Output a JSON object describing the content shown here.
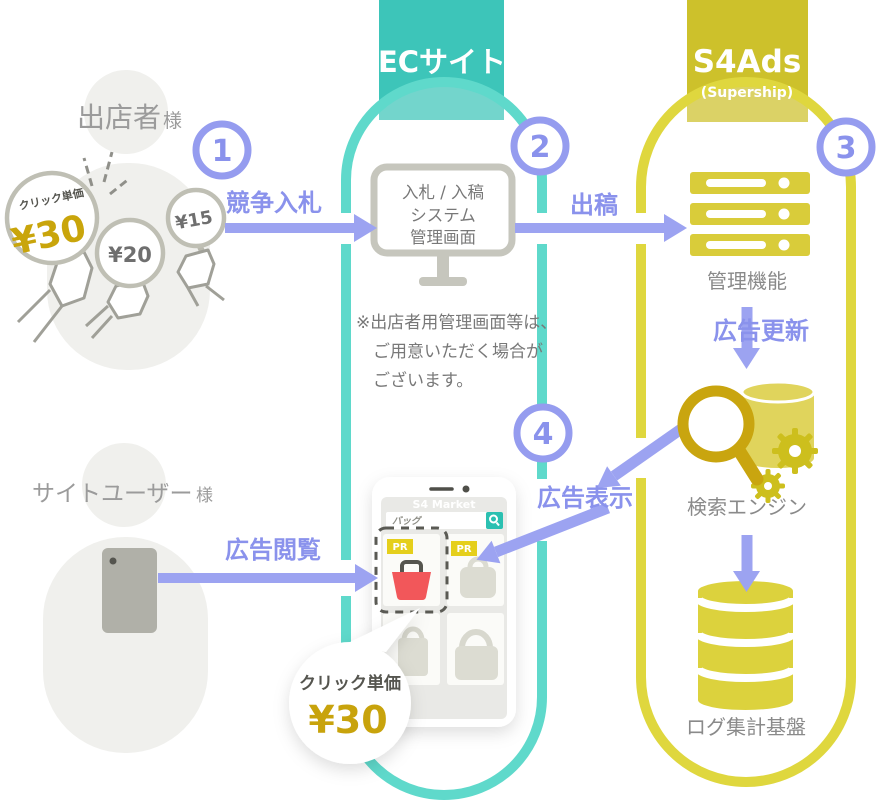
{
  "colors": {
    "teal_block": "#3DC5B9",
    "teal_capsule": "#5FD9CB",
    "yellow_block": "#CDC12B",
    "yellow_capsule": "#DFD73E",
    "yellow_icon": "#D9CC3A",
    "purple": "#8A92EC",
    "purple_arrow": "#9CA3F1",
    "gold": "#C9A50B",
    "red_basket": "#F2575A",
    "gray_text": "#8A8A8A"
  },
  "headers": {
    "ec": {
      "label": "ECサイト"
    },
    "s4": {
      "label": "S4Ads",
      "sublabel": "(Supership)"
    }
  },
  "steps": {
    "s1": "1",
    "s2": "2",
    "s3": "3",
    "s4": "4"
  },
  "flows": {
    "competitive_bidding": "競争入札",
    "submission": "出稿",
    "ad_update": "広告更新",
    "ad_display": "広告表示",
    "ad_viewing": "広告閲覧"
  },
  "seller": {
    "label": "出店者",
    "suffix": "様",
    "bids": {
      "bid1_label": "クリック単価",
      "bid1_value": "¥30",
      "bid2_value": "¥20",
      "bid3_value": "¥15"
    }
  },
  "user": {
    "label": "サイトユーザー",
    "suffix": "様"
  },
  "ec": {
    "monitor": {
      "line1": "入札 / 入稿",
      "line2": "システム",
      "line3": "管理画面"
    },
    "note": {
      "line1": "※出店者用管理画面等は、",
      "line2": "ご用意いただく場合が",
      "line3": "ございます。"
    },
    "phone": {
      "app_title": "S4 Market",
      "search_value": "バッグ",
      "pr1": "PR",
      "pr2": "PR"
    },
    "cpc_bubble": {
      "label": "クリック単価",
      "value": "¥30"
    }
  },
  "s4": {
    "admin_label": "管理機能",
    "search_engine_label": "検索エンジン",
    "log_label": "ログ集計基盤"
  }
}
